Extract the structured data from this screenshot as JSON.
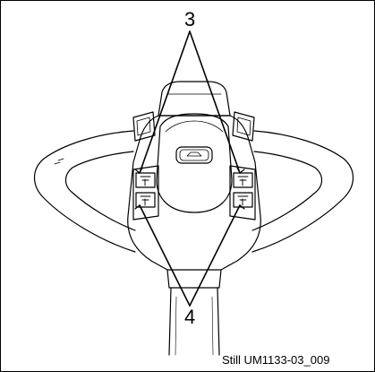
{
  "callouts": {
    "upper": "3",
    "lower": "4"
  },
  "caption": "Still UM1133-03_009",
  "colors": {
    "line": "#000000",
    "background": "#ffffff"
  }
}
